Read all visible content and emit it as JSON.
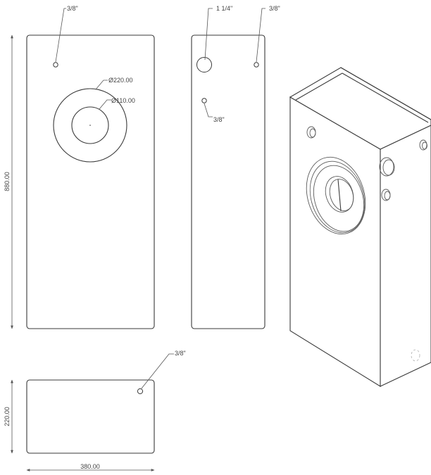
{
  "front_view": {
    "hole_label": "3/8\"",
    "outer_diameter_label": "Ø220.00",
    "inner_diameter_label": "Ø110.00",
    "height_dimension": "880.00"
  },
  "side_view": {
    "large_hole_label": "1 1/4\"",
    "small_hole_top_label": "3/8\"",
    "small_hole_mid_label": "3/8\""
  },
  "bottom_view": {
    "hole_label": "3/8\"",
    "depth_dimension": "220.00",
    "width_dimension": "380.00"
  }
}
